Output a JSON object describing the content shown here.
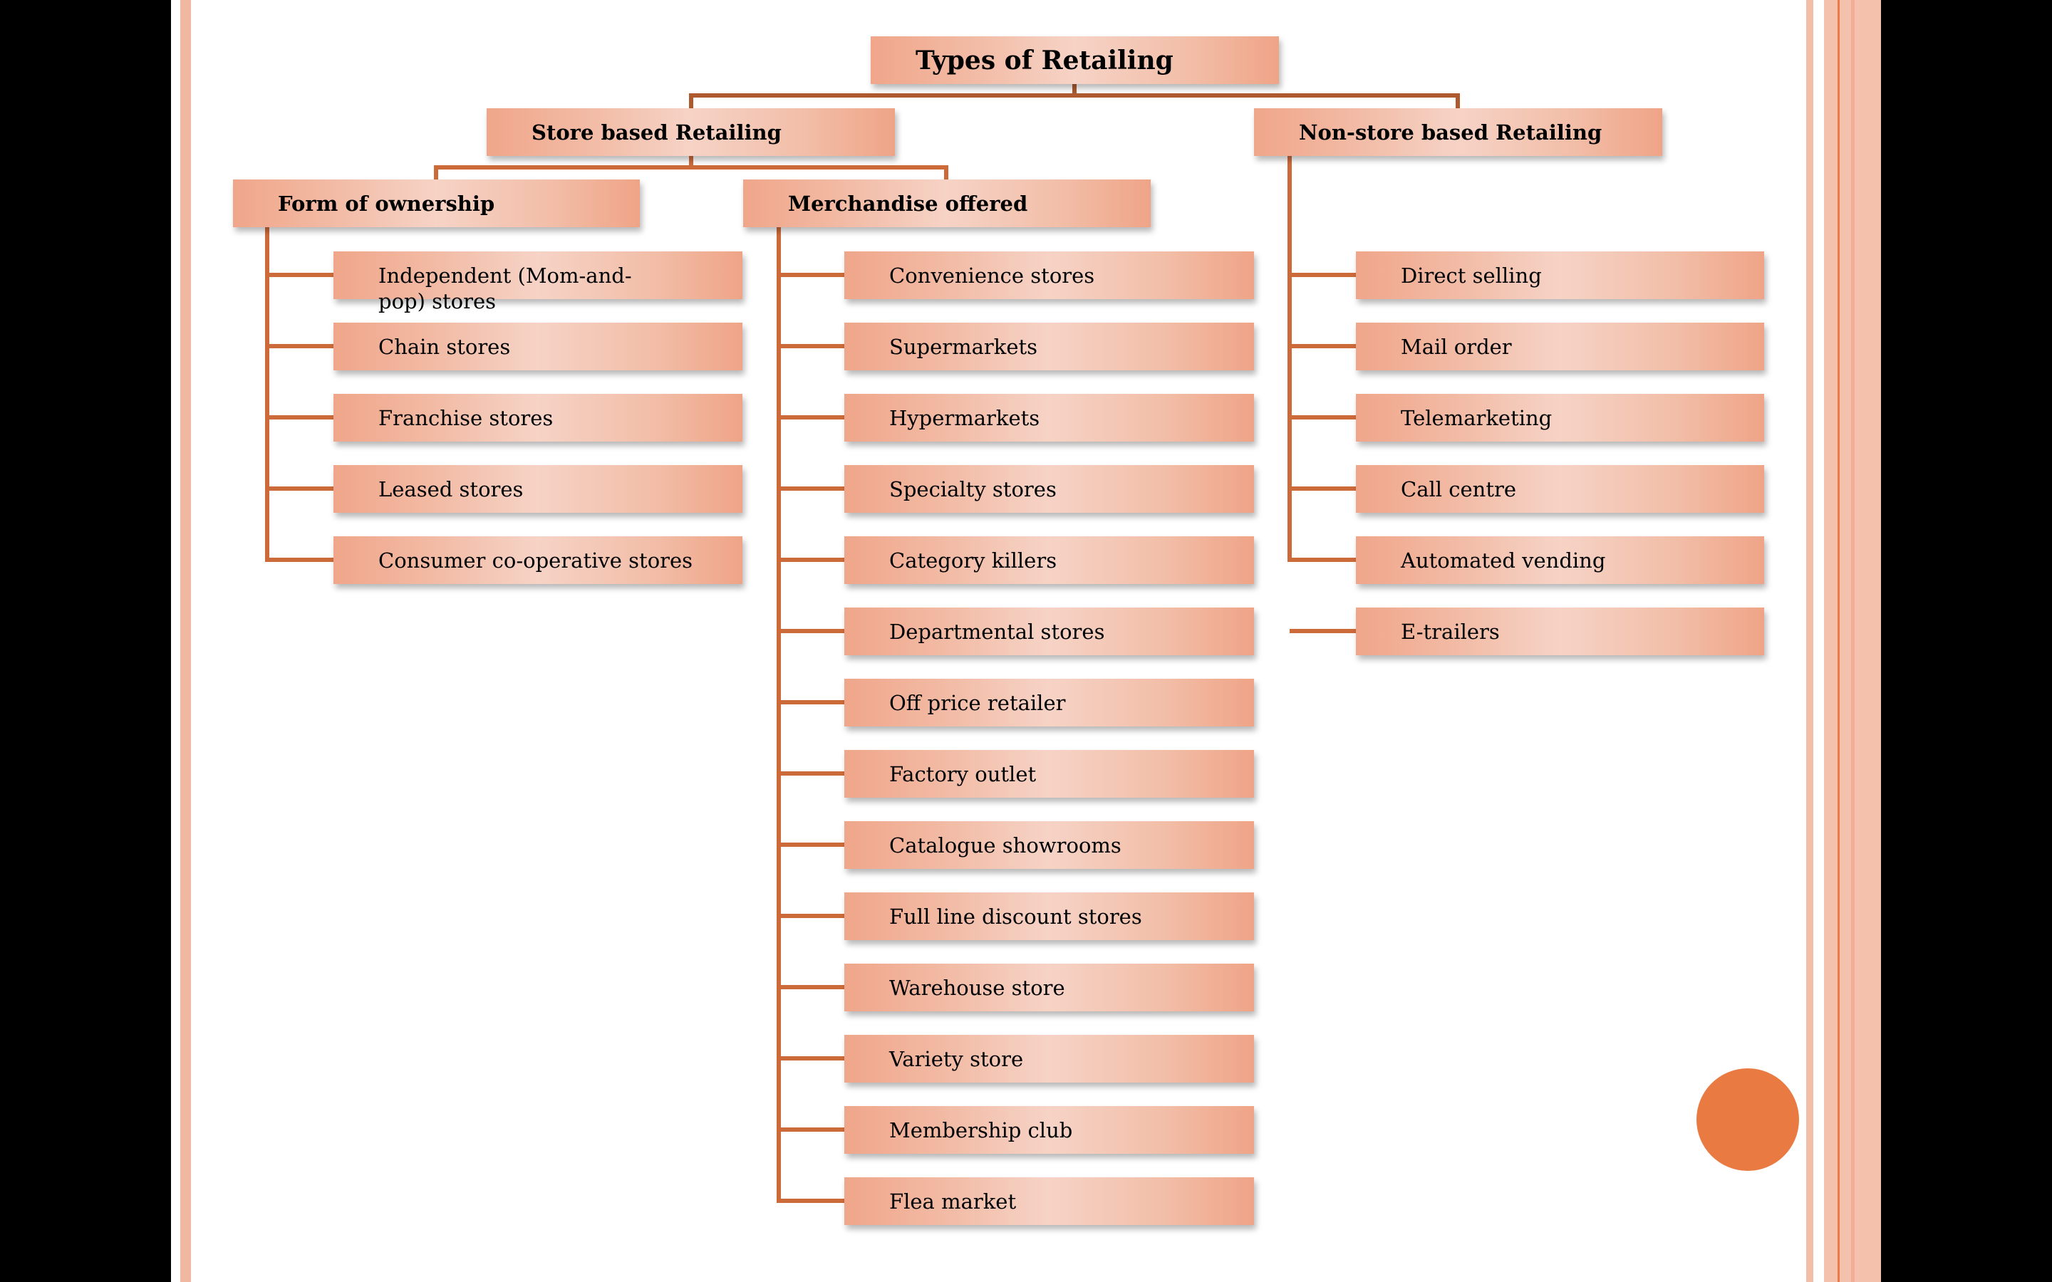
{
  "diagram": {
    "title": "Types of Retailing",
    "branches": [
      {
        "label": "Store based Retailing",
        "groups": [
          {
            "label": "Form of ownership",
            "items": [
              "Independent (Mom-and-pop) stores",
              "Chain stores",
              "Franchise stores",
              "Leased stores",
              "Consumer co-operative stores"
            ]
          },
          {
            "label": "Merchandise offered",
            "items": [
              "Convenience stores",
              "Supermarkets",
              "Hypermarkets",
              "Specialty stores",
              "Category killers",
              "Departmental stores",
              "Off price retailer",
              "Factory outlet",
              "Catalogue showrooms",
              "Full line discount stores",
              "Warehouse store",
              "Variety store",
              "Membership club",
              "Flea market"
            ]
          }
        ]
      },
      {
        "label": "Non-store based Retailing",
        "items": [
          "Direct selling",
          "Mail order",
          "Telemarketing",
          "Call centre",
          "Automated vending",
          "E-trailers"
        ]
      }
    ]
  },
  "theme": {
    "accent": "#E97B42",
    "connector": "#CD6A3A",
    "connector_top": "#AE5A2E",
    "box_edge": "#F0A68A",
    "box_center": "#F6D3C6",
    "stripe": "#F2B7A0"
  }
}
